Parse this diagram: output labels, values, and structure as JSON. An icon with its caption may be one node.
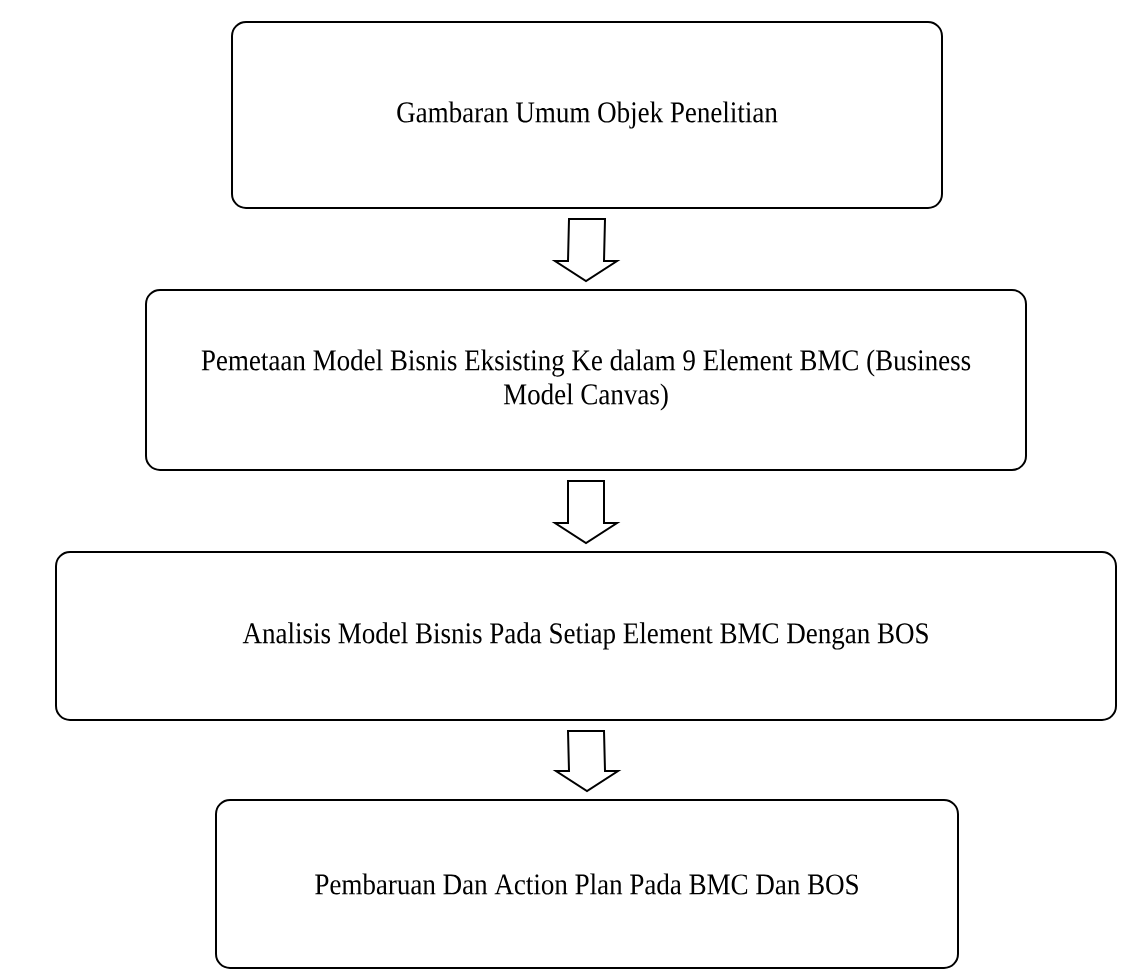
{
  "diagram": {
    "nodes": [
      {
        "text": [
          "Gambaran Umum Objek Penelitian"
        ]
      },
      {
        "text": [
          "Pemetaan Model Bisnis Eksisting Ke dalam 9 Element BMC (Business Model Canvas)"
        ]
      },
      {
        "text": [
          "Analisis Model Bisnis Pada Setiap Element BMC Dengan BOS"
        ]
      },
      {
        "text": [
          "Pembaruan Dan Action Plan Pada BMC Dan BOS"
        ]
      }
    ],
    "edges": [
      {
        "from": 0,
        "to": 1,
        "arrow": "to"
      },
      {
        "from": 1,
        "to": 2,
        "arrow": "to"
      },
      {
        "from": 2,
        "to": 3,
        "arrow": "to"
      }
    ]
  }
}
